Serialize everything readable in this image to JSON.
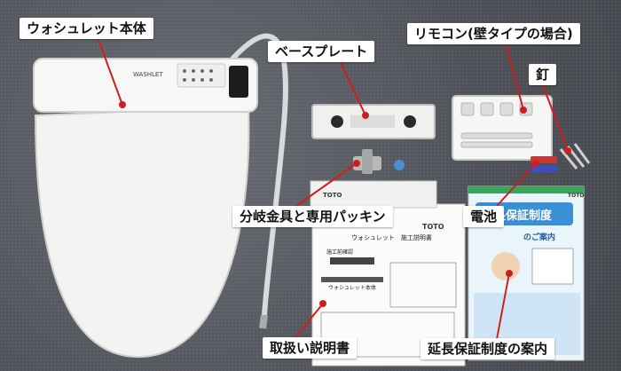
{
  "labels": {
    "seat_body": "ウォシュレット本体",
    "base_plate": "ベースプレート",
    "remote": "リモコン(壁タイプの場合)",
    "nails": "釘",
    "valve_packing": "分岐金具と専用パッキン",
    "batteries": "電池",
    "manual": "取扱い説明書",
    "warranty": "延長保証制度の案内"
  },
  "printed": {
    "brand": "TOTO",
    "seat_logo": "WASHLET",
    "install_doc_title": "ウォシュレット　施工説明書",
    "install_doc_section": "施工前確認",
    "install_doc_sub": "ウォシュレット本体",
    "warranty_title": "延長保証制度",
    "warranty_subtitle": "のご案内"
  },
  "colors": {
    "background": "#55585d",
    "label_bg": "#ffffff",
    "leader_line": "#cc1f1f",
    "warranty_green": "#3aa55a",
    "warranty_blue": "#3a8fd6"
  }
}
